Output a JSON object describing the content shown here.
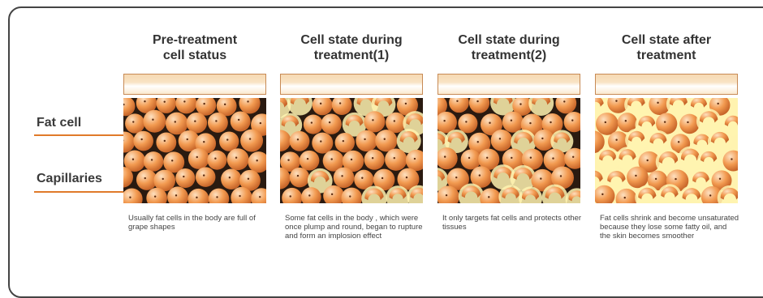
{
  "side_labels": {
    "fat_cell": "Fat cell",
    "capillaries": "Capillaries"
  },
  "stages": [
    {
      "title": "Pre-treatment\ncell status",
      "description": "Usually fat cells in the body are full of grape shapes",
      "ruptured_fraction": 0.0
    },
    {
      "title": "Cell state during\ntreatment(1)",
      "description": "Some fat cells in the body , which were once plump and round, began to rupture and form an implosion effect",
      "ruptured_fraction": 0.35
    },
    {
      "title": "Cell state during\ntreatment(2)",
      "description": "It only targets fat cells and protects other tissues",
      "ruptured_fraction": 0.25
    },
    {
      "title": "Cell state after\ntreatment",
      "description": "Fat cells shrink and become unsaturated  because  they lose some fatty oil, and the skin becomes smoother",
      "ruptured_fraction": 0.6
    }
  ],
  "colors": {
    "cell": "#f29a50",
    "cell_highlight": "#fde0c0",
    "background_tissue": "#2a1a10",
    "fluid": "#fff3b0",
    "accent_line": "#e07a2a"
  }
}
